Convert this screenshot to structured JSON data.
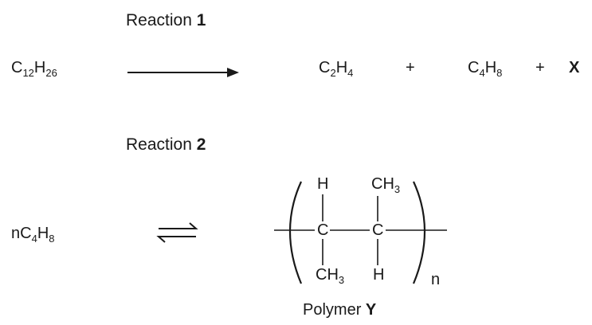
{
  "reaction1": {
    "label_text": "Reaction ",
    "label_num": "1",
    "reactant": {
      "main": "C",
      "sub1": "12",
      "mid": "H",
      "sub2": "26"
    },
    "product1": {
      "main": "C",
      "sub1": "2",
      "mid": "H",
      "sub2": "4"
    },
    "plus1": "+",
    "product2": {
      "main": "C",
      "sub1": "4",
      "mid": "H",
      "sub2": "8"
    },
    "plus2": "+",
    "product3": "X"
  },
  "reaction2": {
    "label_text": "Reaction ",
    "label_num": "2",
    "reactant": {
      "coef": "n",
      "main": "C",
      "sub1": "4",
      "mid": "H",
      "sub2": "8"
    },
    "polymer": {
      "h_top": "H",
      "ch3_top": {
        "main": "CH",
        "sub": "3"
      },
      "c_left": "C",
      "c_right": "C",
      "ch3_bottom": {
        "main": "CH",
        "sub": "3"
      },
      "h_bottom": "H",
      "n": "n"
    },
    "polymer_label_text": "Polymer ",
    "polymer_label_letter": "Y"
  }
}
